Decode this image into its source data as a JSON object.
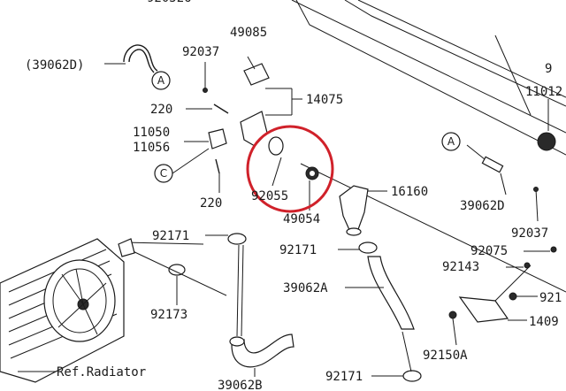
{
  "highlight_color": "#d0212a",
  "parts": {
    "p_top_clipped": "920526",
    "p_39062D_paren": "(39062D)",
    "p_92037_top": "92037",
    "p_49085": "49085",
    "p_14075": "14075",
    "p_220_top": "220",
    "p_11050": "11050",
    "p_11056": "11056",
    "p_220_bot": "220",
    "p_92055": "92055",
    "p_49054": "49054",
    "p_16160": "16160",
    "p_92171_a": "92171",
    "p_92171_b": "92171",
    "p_92171_c": "92171",
    "p_92173": "92173",
    "p_39062A": "39062A",
    "p_39062B": "39062B",
    "p_ref_radiator": "Ref.Radiator",
    "p_39062D": "39062D",
    "p_92037_right": "92037",
    "p_92075": "92075",
    "p_92143": "92143",
    "p_921_clipped": "921",
    "p_1409_clipped": "1409",
    "p_92150A": "92150A",
    "p_11012": "11012",
    "p_9_clipped": "9"
  },
  "circle_refs": {
    "A_top": "A",
    "C_left": "C",
    "A_right": "A"
  }
}
